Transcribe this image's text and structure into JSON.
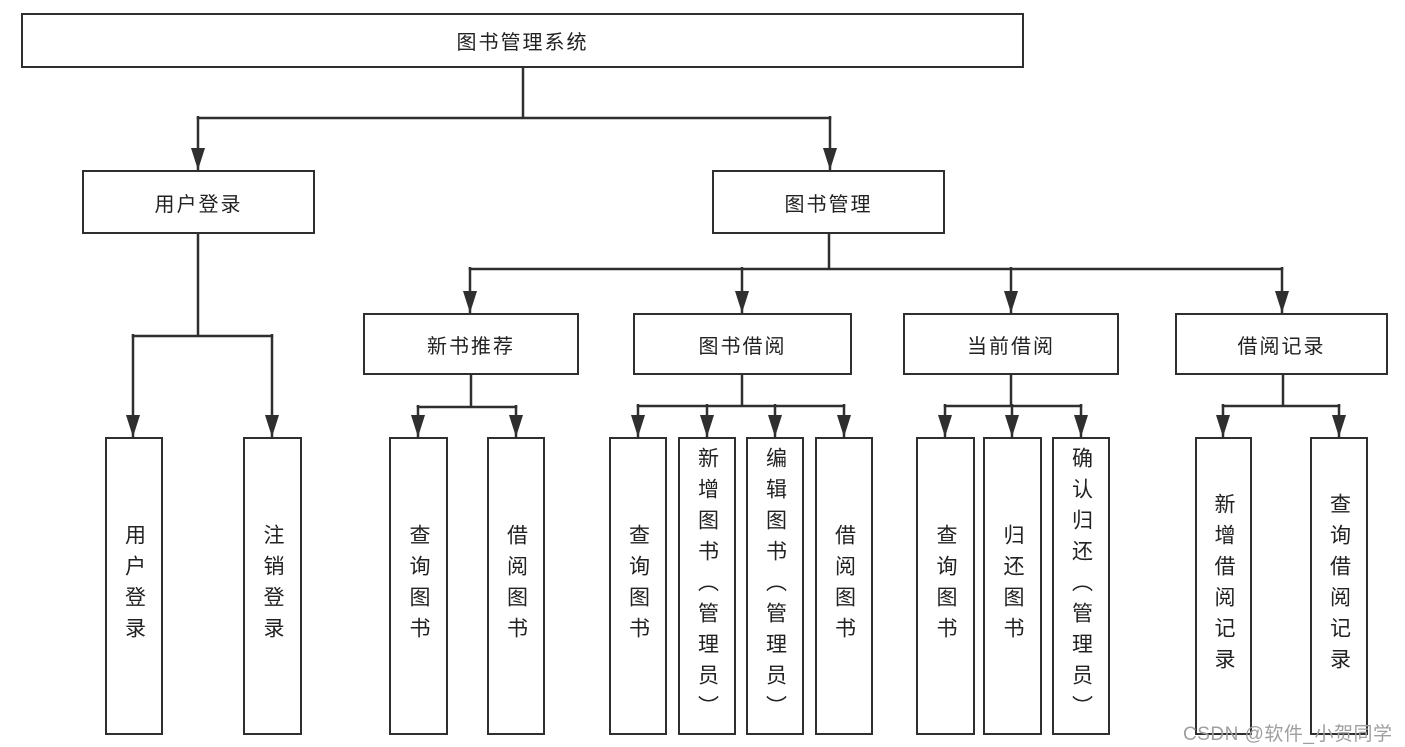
{
  "diagram_title": "图书管理系统",
  "nodes": {
    "root": "图书管理系统",
    "user_login": "用户登录",
    "book_management": "图书管理",
    "new_book_recommend": "新书推荐",
    "book_borrowing": "图书借阅",
    "current_borrowing": "当前借阅",
    "borrowing_records": "借阅记录",
    "leaves": {
      "user_login": "用户登录",
      "logout": "注销登录",
      "nbr_query_book": "查询图书",
      "nbr_borrow_book": "借阅图书",
      "bb_query_book": "查询图书",
      "bb_add_book": "新增图书（管理员）",
      "bb_edit_book": "编辑图书（管理员）",
      "bb_borrow_book": "借阅图书",
      "cb_query_book": "查询图书",
      "cb_return_book": "归还图书",
      "cb_confirm_return": "确认归还（管理员）",
      "br_add_record": "新增借阅记录",
      "br_query_record": "查询借阅记录"
    }
  },
  "watermark": "CSDN @软件_小贺同学",
  "colors": {
    "line": "#2f2f2f",
    "text": "#222222",
    "watermark": "#9f9f9f",
    "background": "#ffffff"
  }
}
